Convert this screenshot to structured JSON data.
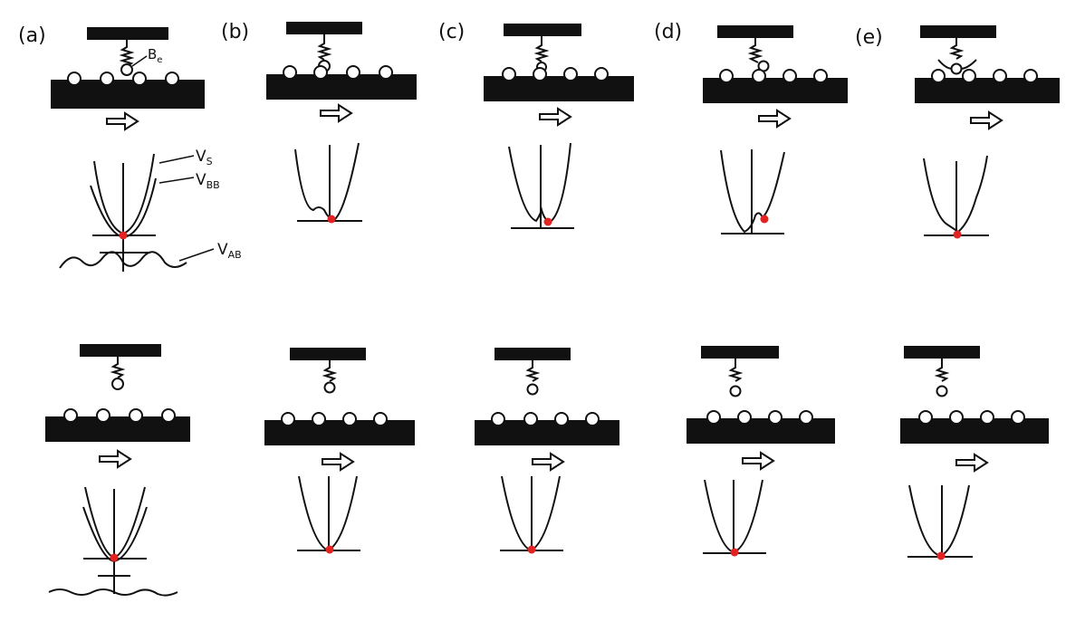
{
  "labels": {
    "panels": [
      "(a)",
      "(b)",
      "(c)",
      "(d)",
      "(e)"
    ],
    "tip_atom": "B",
    "tip_atom_sub": "e",
    "V_S": "V",
    "V_S_sub": "S",
    "V_BB": "V",
    "V_BB_sub": "BB",
    "V_AB": "V",
    "V_AB_sub": "AB"
  },
  "colors": {
    "ink": "#111111",
    "marker": "#e32222",
    "paper": "#ffffff"
  },
  "rows": [
    {
      "name": "top-row",
      "spring_bent": [
        false,
        false,
        false,
        true,
        true
      ],
      "marker_offset": [
        0,
        0,
        1,
        1,
        0
      ]
    },
    {
      "name": "bottom-row",
      "spring_bent": [
        false,
        false,
        false,
        false,
        false
      ],
      "marker_offset": [
        0,
        0,
        0,
        0,
        0
      ]
    }
  ]
}
